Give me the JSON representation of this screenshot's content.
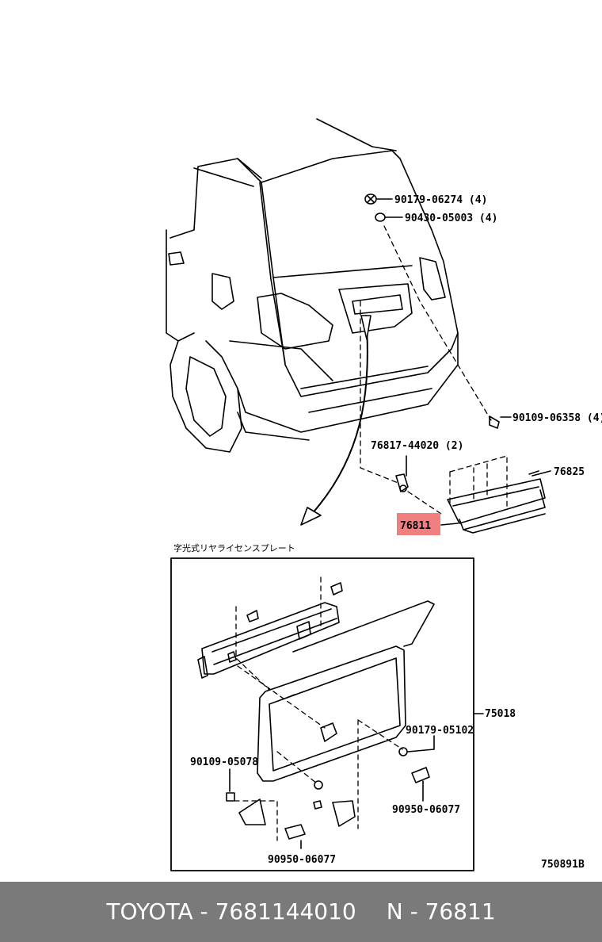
{
  "diagram": {
    "callouts": {
      "p90179_06274": "90179-06274 (4)",
      "p90430_05003": "90430-05003 (4)",
      "p90109_06358": "90109-06358 (4)",
      "p76817_44020": "76817-44020 (2)",
      "p76825": "76825",
      "p76811": "76811",
      "p75018": "75018",
      "p90179_05102": "90179-05102",
      "p90109_05078": "90109-05078",
      "p90950_06077_a": "90950-06077",
      "p90950_06077_b": "90950-06077"
    },
    "inset_title": "字光式リヤライセンスプレート",
    "diagram_code": "750891B",
    "highlight_color": "#f08080"
  },
  "footer": {
    "brand": "TOYOTA",
    "separator_1": " - ",
    "part_number": "7681144010",
    "prefix": "N",
    "separator_2": " - ",
    "part_code": "76811"
  }
}
